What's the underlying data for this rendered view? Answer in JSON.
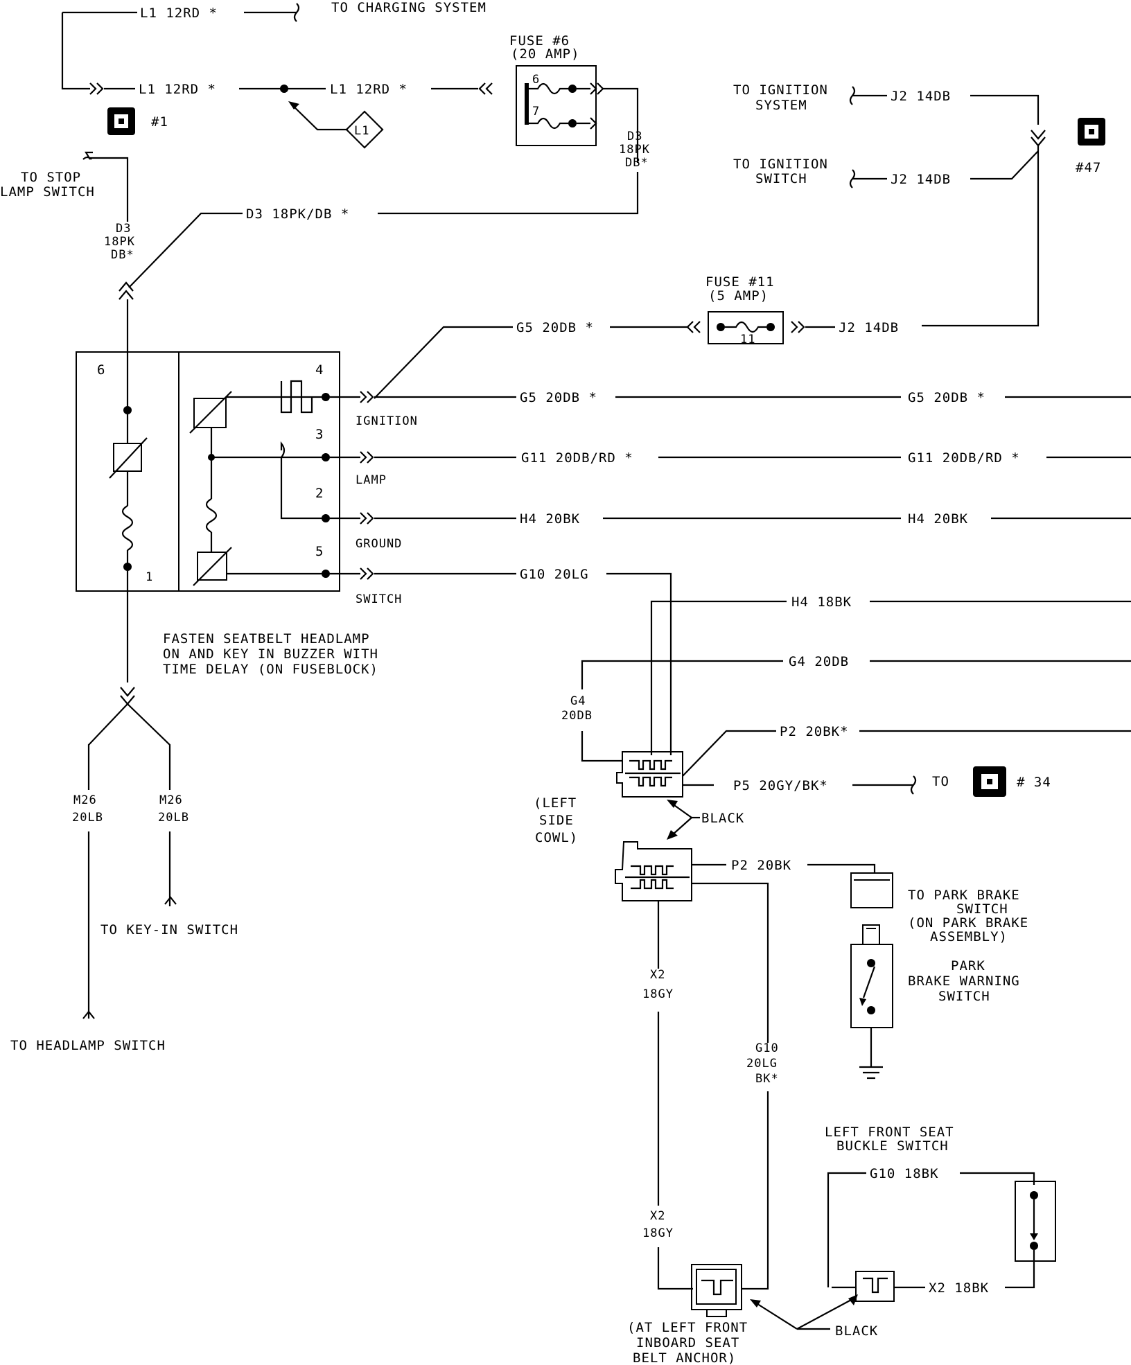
{
  "wires": {
    "l1_top": "L1 12RD *",
    "l1_left": "L1 12RD *",
    "l1_right": "L1 12RD *",
    "l1_splice": "L1",
    "d3_right": "D3\n18PK\nDB*",
    "d3_left": "D3\n18PK\nDB*",
    "d3_cross": "D3 18PK/DB *",
    "j2_ign_system": "J2 14DB",
    "j2_ign_switch": "J2 14DB",
    "j2_fuse11": "J2 14DB",
    "g5_upper": "G5 20DB *",
    "g5_mid": "G5 20DB *",
    "g5_far": "G5 20DB *",
    "g11_mid": "G11 20DB/RD *",
    "g11_far": "G11 20DB/RD *",
    "h4_mid": "H4 20BK",
    "h4_far": "H4 20BK",
    "g10_top": "G10 20LG",
    "h4_18": "H4 18BK",
    "g4_right": "G4 20DB",
    "g4_left": "G4\n20DB",
    "p2_top": "P2 20BK*",
    "p5": "P5 20GY/BK*",
    "p2_bottom": "P2 20BK",
    "x2_upper": "X2\n18GY",
    "x2_lower": "X2\n18GY",
    "g10_lower": "G10\n20LG\nBK*",
    "g10_18": "G10 18BK",
    "x2_18": "X2 18BK",
    "m26_left": "M26\n20LB",
    "m26_right": "M26\n20LB"
  },
  "labels": {
    "to_charging": "TO CHARGING SYSTEM",
    "fuse6_title": "FUSE #6",
    "fuse6_amp": "(20 AMP)",
    "fuse6_pin6": "6",
    "fuse6_pin7": "7",
    "fuse11_title": "FUSE #11",
    "fuse11_amp": "(5 AMP)",
    "fuse11_pin": "11",
    "to_ign_system": "TO IGNITION\nSYSTEM",
    "to_ign_switch": "TO IGNITION\nSWITCH",
    "to_stop_lamp": "TO STOP\nLAMP SWITCH",
    "conn1": "#1",
    "conn47": "#47",
    "conn34": "# 34",
    "to_34": "TO",
    "pin6": "6",
    "pin1": "1",
    "pin4": "4",
    "pin3": "3",
    "pin2": "2",
    "pin5": "5",
    "ignition": "IGNITION",
    "lamp": "LAMP",
    "ground": "GROUND",
    "switch": "SWITCH",
    "buzzer_desc": "FASTEN SEATBELT HEADLAMP\nON AND KEY IN BUZZER WITH\nTIME DELAY (ON FUSEBLOCK)",
    "left_side_cowl": "(LEFT\nSIDE\nCOWL)",
    "black_upper": "BLACK",
    "black_lower": "BLACK",
    "to_park_brake": "TO PARK BRAKE\nSWITCH\n(ON PARK BRAKE\nASSEMBLY)",
    "park_brake_warning": "PARK\nBRAKE WARNING\nSWITCH",
    "seat_buckle": "LEFT FRONT SEAT\nBUCKLE SWITCH",
    "seat_anchor": "(AT LEFT FRONT\nINBOARD SEAT\nBELT ANCHOR)",
    "to_key_in": "TO KEY-IN SWITCH",
    "to_headlamp": "TO HEADLAMP SWITCH"
  }
}
